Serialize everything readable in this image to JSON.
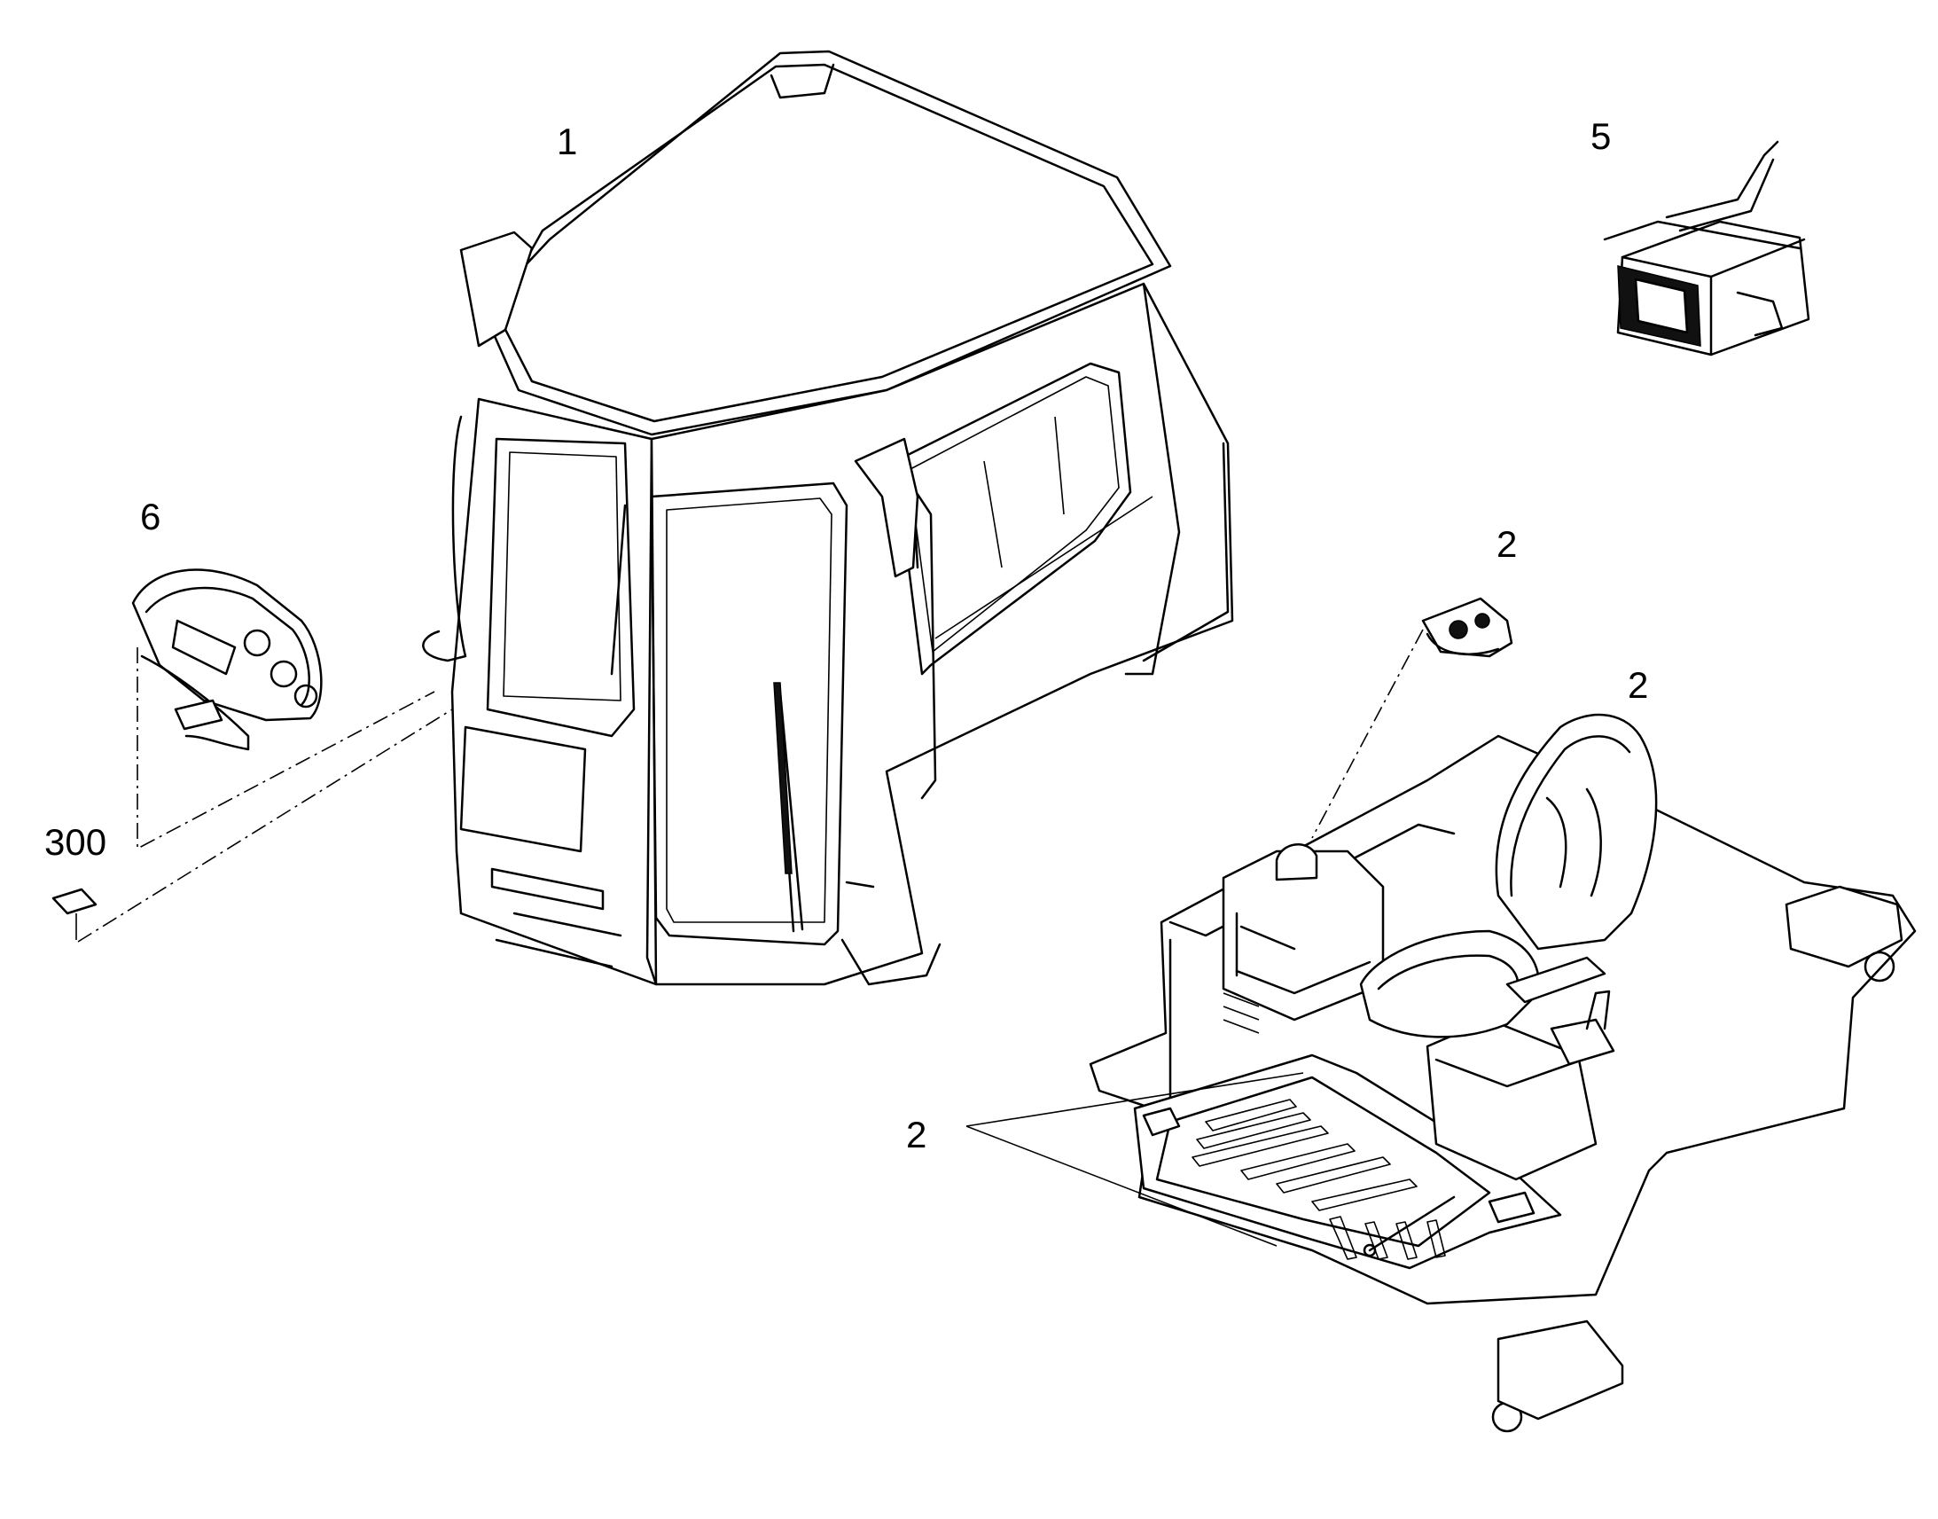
{
  "callouts": {
    "cab": "1",
    "control_module": "2",
    "seat": "2",
    "floor": "2",
    "heater_unit": "5",
    "armrest_console": "6",
    "label": "300"
  }
}
